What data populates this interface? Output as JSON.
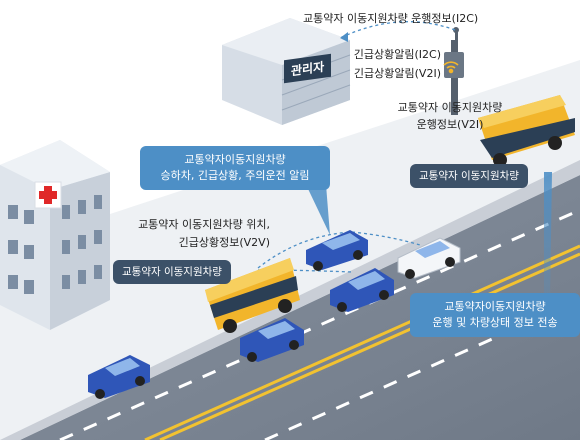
{
  "labels": {
    "i2c_top": "교통약자 이동지원차량 운행정보(I2C)",
    "alert_i2c": "긴급상황알림(I2C)",
    "alert_v2i": "긴급상황알림(V2I)",
    "v2i_line1": "교통약자 이동지원차량",
    "v2i_line2": "운행정보(V2I)",
    "v2v_line1": "교통약자 이동지원차량 위치,",
    "v2v_line2": "긴급상황정보(V2V)",
    "admin_sign": "관리자"
  },
  "pills": {
    "vehicle_left": "교통약자 이동지원차량",
    "vehicle_right": "교통약자 이동지원차량"
  },
  "callouts": {
    "boarding_line1": "교통약자이동지원차량",
    "boarding_line2": "승하차, 긴급상황, 주의운전 알림",
    "status_line1": "교통약자이동지원차량",
    "status_line2": "운행 및 차량상태 정보 전송"
  },
  "colors": {
    "road": "#7d8795",
    "center_line": "#f2c230",
    "bus": "#f2b52b",
    "car_blue": "#2f56b8",
    "callout": "#4d8fc6",
    "pill": "#3c5168",
    "hospital_cross": "#e02828"
  },
  "icons": [
    "hospital-cross-icon",
    "roadside-unit-icon",
    "wifi-signal-icon"
  ]
}
